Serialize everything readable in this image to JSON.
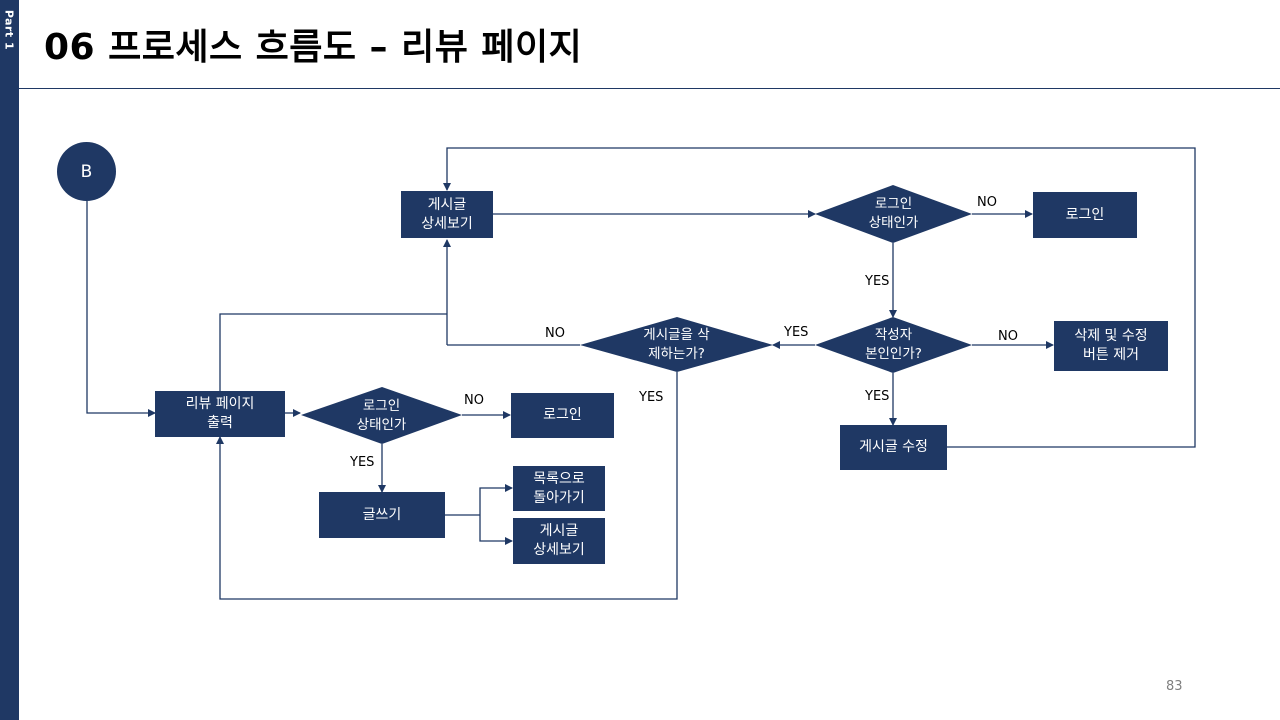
{
  "sidebar": {
    "label": "Part 1"
  },
  "header": {
    "title": "06 프로세스 흐름도 – 리뷰 페이지"
  },
  "page_number": "83",
  "colors": {
    "node_fill": "#1f3864",
    "line": "#1f3864",
    "text_on_node": "#ffffff"
  },
  "diagram": {
    "start": "B",
    "nodes": {
      "review_output": "리뷰 페이지\n출력",
      "login_check_1": "로그인\n상태인가",
      "login_1": "로그인",
      "write": "글쓰기",
      "back_to_list": "목록으로\n돌아가기",
      "post_detail_2": "게시글\n상세보기",
      "post_detail_top": "게시글\n상세보기",
      "login_check_2": "로그인\n상태인가",
      "login_2": "로그인",
      "is_author": "작성자\n본인인가?",
      "delete_edit_removed": "삭제 및 수정\n버튼 제거",
      "edit_post": "게시글 수정",
      "delete_post": "게시글을 삭\n제하는가?"
    },
    "edge_labels": {
      "no_1": "NO",
      "yes_1": "YES",
      "no_2": "NO",
      "yes_2": "YES",
      "no_3": "NO",
      "yes_3": "YES",
      "yes_4": "YES",
      "no_4": "NO",
      "yes_5": "YES"
    }
  }
}
